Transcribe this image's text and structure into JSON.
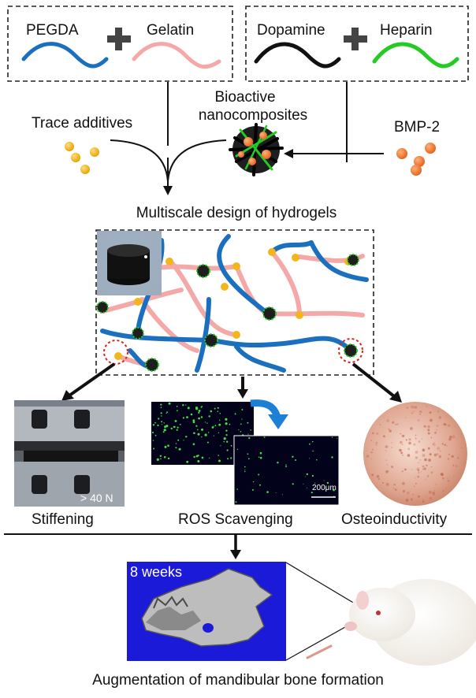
{
  "top_boxes": {
    "left": {
      "a": "PEGDA",
      "b": "Gelatin"
    },
    "right": {
      "a": "Dopamine",
      "b": "Heparin"
    }
  },
  "inputs": {
    "trace": "Trace additives",
    "bioactive_line1": "Bioactive",
    "bioactive_line2": "nanocomposites",
    "bmp": "BMP-2"
  },
  "design_title": "Multiscale design of hydrogels",
  "outcomes": {
    "stiffening": "Stiffening",
    "force": "> 40 N",
    "ros": "ROS Scavenging",
    "scale": "200μm",
    "osteo": "Osteoinductivity"
  },
  "invivo": {
    "weeks": "8 weeks"
  },
  "bottom_title": "Augmentation of mandibular bone formation",
  "colors": {
    "pegda": "#1a6fbf",
    "gelatin": "#f4a8a8",
    "dopamine": "#111111",
    "heparin": "#22cc22",
    "trace": "#f2b51c",
    "bmp": "#ee7a35",
    "invivo_bg": "#1a1ad8"
  }
}
